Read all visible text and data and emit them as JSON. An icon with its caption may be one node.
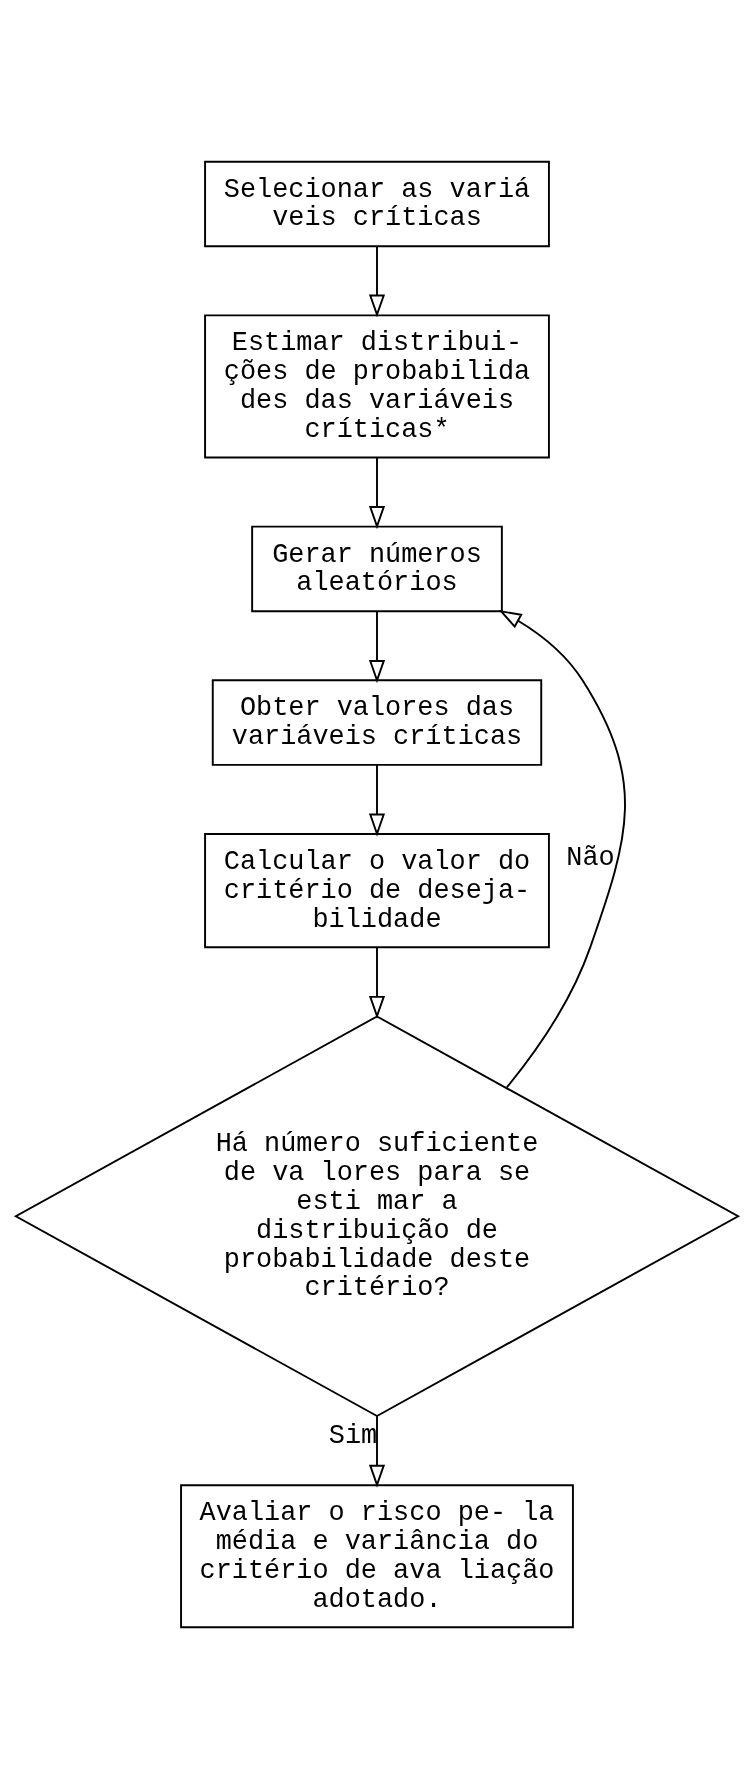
{
  "diagram": {
    "nodes": [
      {
        "text": [
          "Selecionar as variá veis críticas"
        ]
      },
      {
        "text": [
          "Estimar distribui- ções de probabilida des das variáveis críticas*"
        ]
      },
      {
        "text": [
          "Gerar números aleatórios"
        ]
      },
      {
        "text": [
          "Obter valores das variáveis críticas"
        ]
      },
      {
        "text": [
          "Calcular o valor do critério de deseja- bilidade"
        ]
      },
      {
        "text": [
          "Há número suficiente de va lores para se esti mar a distribuição de probabilidade deste critério?"
        ]
      },
      {
        "text": [
          "Avaliar o risco pe- la média e variância do critério de ava liação adotado."
        ]
      }
    ],
    "edges": [
      {
        "from": 0,
        "to": 1,
        "arrow": "to"
      },
      {
        "from": 1,
        "to": 2,
        "arrow": "to"
      },
      {
        "from": 2,
        "to": 3,
        "arrow": "to"
      },
      {
        "from": 3,
        "to": 4,
        "arrow": "to"
      },
      {
        "from": 4,
        "to": 5,
        "arrow": "to"
      },
      {
        "from": 5,
        "to": 2,
        "label": "Não",
        "arrow": "to"
      },
      {
        "from": 5,
        "to": 6,
        "label": "Sim",
        "arrow": "to"
      }
    ]
  }
}
